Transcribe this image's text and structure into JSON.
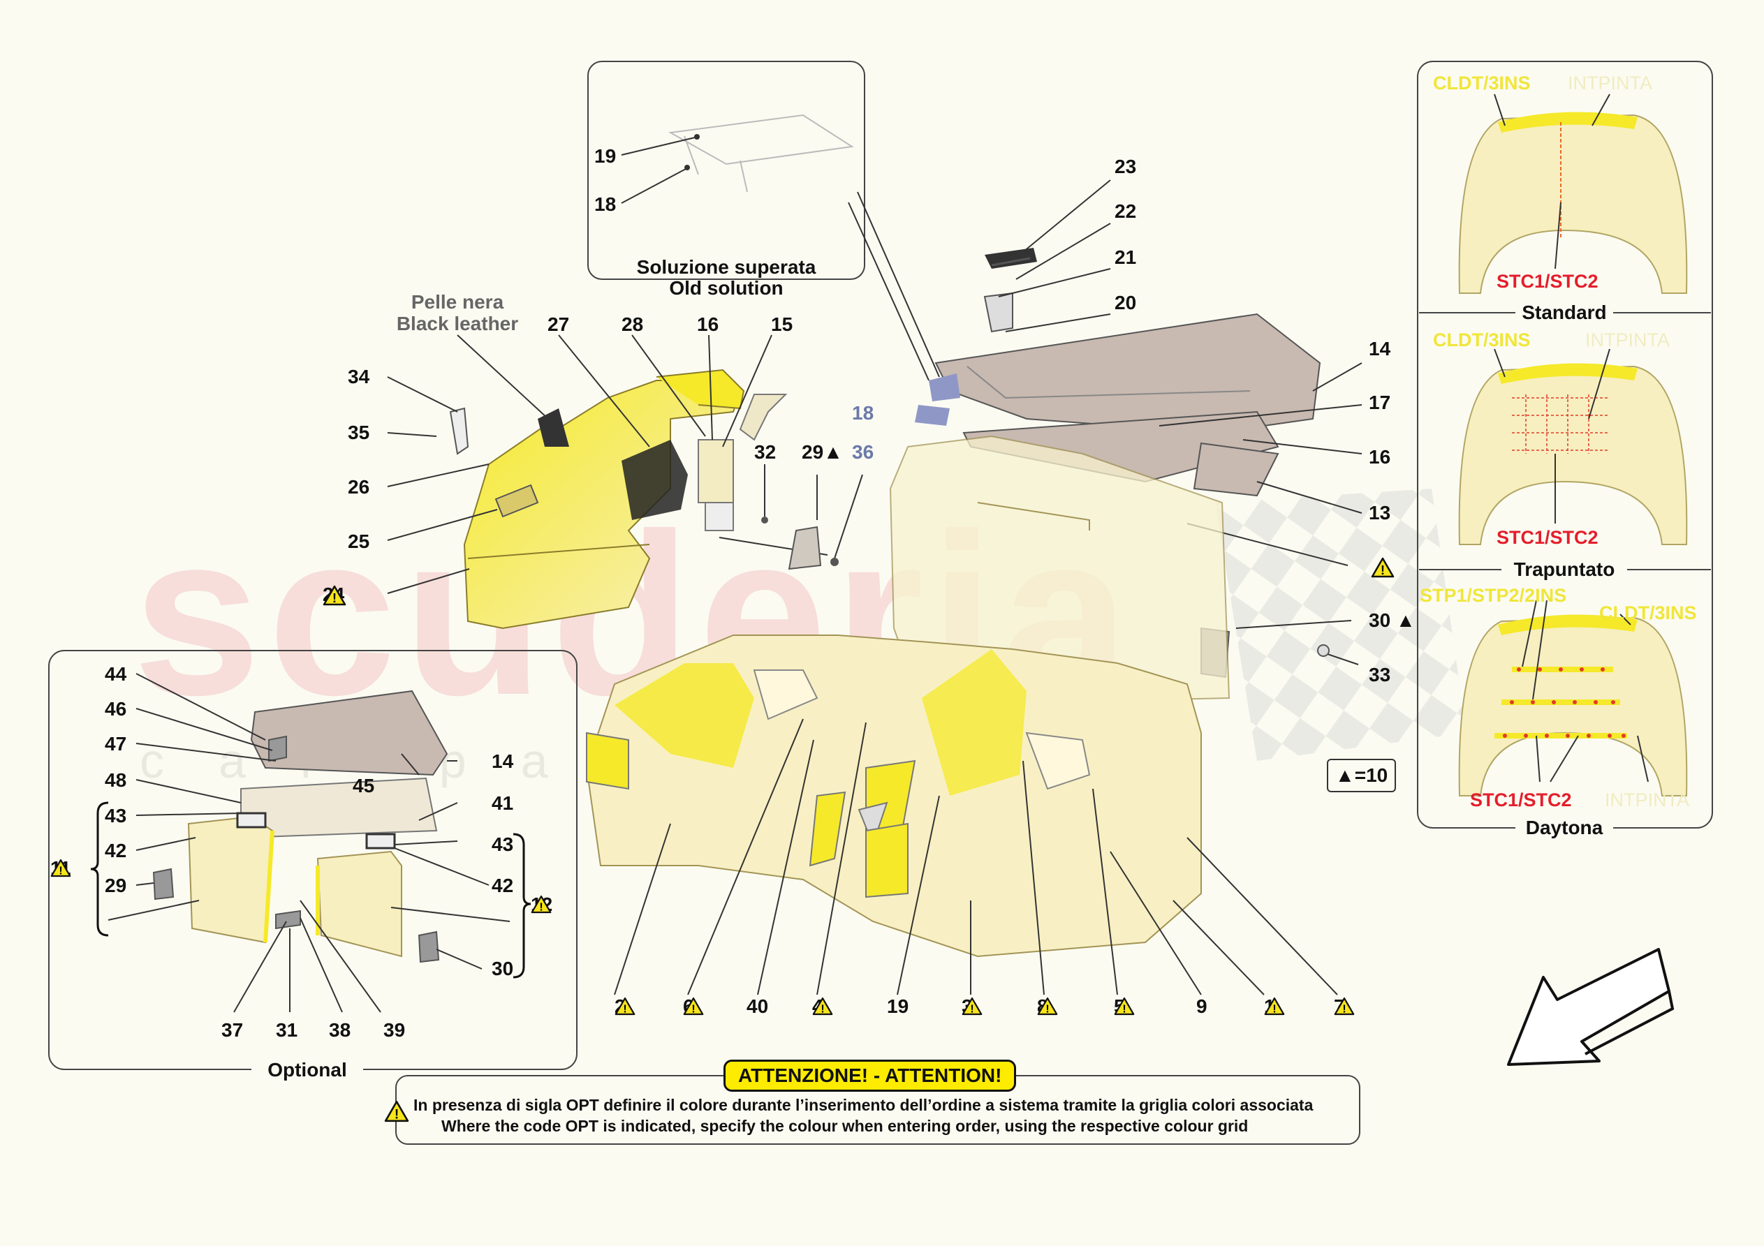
{
  "watermark": {
    "main": "scuderia",
    "sub": "car parts"
  },
  "old_solution": {
    "title_it": "Soluzione superata",
    "title_en": "Old solution",
    "labels": [
      "19",
      "18"
    ]
  },
  "leather_note": {
    "line1": "Pelle nera",
    "line2": "Black leather"
  },
  "callouts": {
    "c34": "34",
    "c35": "35",
    "c26": "26",
    "c25": "25",
    "c24": "24",
    "c27": "27",
    "c28": "28",
    "c16a": "16",
    "c15": "15",
    "c32": "32",
    "c29": "29",
    "c36": "36",
    "c18": "18",
    "c23": "23",
    "c22": "22",
    "c21": "21",
    "c20": "20",
    "c14": "14",
    "c17": "17",
    "c16b": "16",
    "c13": "13",
    "c30": "30",
    "c33": "33",
    "c2": "2",
    "c6": "6",
    "c40": "40",
    "c4": "4",
    "c19": "19",
    "c3": "3",
    "c8": "8",
    "c5": "5",
    "c9": "9",
    "c1": "1",
    "c7": "7"
  },
  "optional_panel": {
    "title": "Optional",
    "labels": {
      "o44": "44",
      "o46": "46",
      "o47": "47",
      "o48": "48",
      "o43a": "43",
      "o42a": "42",
      "o11": "11",
      "o29": "29",
      "o14": "14",
      "o45": "45",
      "o41": "41",
      "o43b": "43",
      "o42b": "42",
      "o12": "12",
      "o30": "30",
      "o37": "37",
      "o31": "31",
      "o38": "38",
      "o39": "39"
    }
  },
  "legend": {
    "symbol": "▲",
    "text": "=10"
  },
  "variants": [
    {
      "name": "Standard",
      "cap_yellow": "CLDT/3INS",
      "cap_pale": "INTPINTA",
      "cap_red": "STC1/STC2"
    },
    {
      "name": "Trapuntato",
      "cap_yellow": "CLDT/3INS",
      "cap_pale": "INTPINTA",
      "cap_red": "STC1/STC2"
    },
    {
      "name": "Daytona",
      "cap_yellow": "STP1/STP2/2INS",
      "cap_yellow2": "CLDT/3INS",
      "cap_pale": "INTPINTA",
      "cap_red": "STC1/STC2"
    }
  ],
  "attention": {
    "title": "ATTENZIONE! - ATTENTION!",
    "line_it": "In presenza di sigla OPT definire il colore durante l’inserimento dell’ordine a sistema tramite la griglia colori associata",
    "line_en": "Where the code OPT is indicated, specify the colour when entering order, using the respective colour grid"
  },
  "colors": {
    "part_fill": "#f5e92a",
    "part_pale": "#f7efbf",
    "shelf": "#c9bdb4",
    "accent_red": "#e41e2b",
    "warn_yellow": "#f6e41c"
  }
}
